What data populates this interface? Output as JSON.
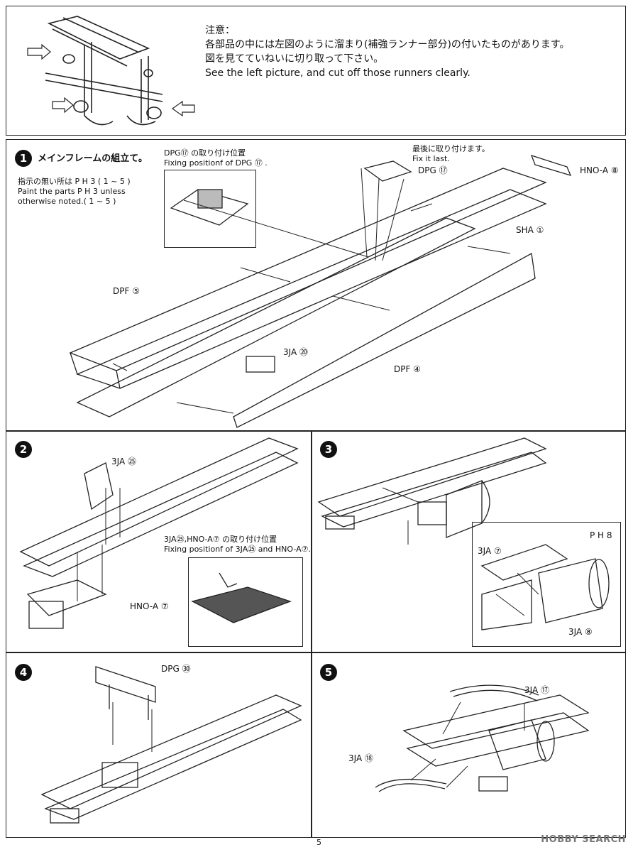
{
  "note": {
    "title": "注意：",
    "line1": "各部品の中には左図のように溜まり(補強ランナー部分)の付いたものがあります。",
    "line2": "図を見てていねいに切り取って下さい。",
    "line3": "See the left picture, and cut off those runners clearly."
  },
  "step1": {
    "number": "1",
    "title": "メインフレームの組立て。",
    "paint_jp": "指示の無い所は P H 3 ( 1 ~ 5 )",
    "paint_en1": "Paint the parts P H 3 unless",
    "paint_en2": "otherwise noted.( 1 ~ 5 )",
    "inset_title_jp": "DPG⑰ の取り付け位置",
    "inset_title_en": "Fixing positionf of DPG ⑰ .",
    "fix_last_jp": "最後に取り付けます。",
    "fix_last_en": "Fix it last.",
    "labels": {
      "dpg17": "DPG ⑰",
      "hnoa8": "HNO-A ⑧",
      "sha1": "SHA ①",
      "dpf5": "DPF ⑤",
      "ja20": "3JA ⑳",
      "dpf4": "DPF ④"
    }
  },
  "step2": {
    "number": "2",
    "inset_title_jp": "3JA㉕,HNO-A⑦ の取り付け位置",
    "inset_title_en": "Fixing positionf of 3JA㉕ and HNO-A⑦.",
    "labels": {
      "ja25": "3JA ㉕",
      "hnoa7": "HNO-A ⑦"
    }
  },
  "step3": {
    "number": "3",
    "labels": {
      "ph8": "P H 8",
      "ja7": "3JA ⑦",
      "ja8": "3JA ⑧"
    }
  },
  "step4": {
    "number": "4",
    "labels": {
      "dpg30": "DPG ㉚"
    }
  },
  "step5": {
    "number": "5",
    "labels": {
      "ja17": "3JA ⑰",
      "ja18": "3JA ⑱"
    }
  },
  "page_number": "5",
  "watermark": "HOBBY SEARCH"
}
